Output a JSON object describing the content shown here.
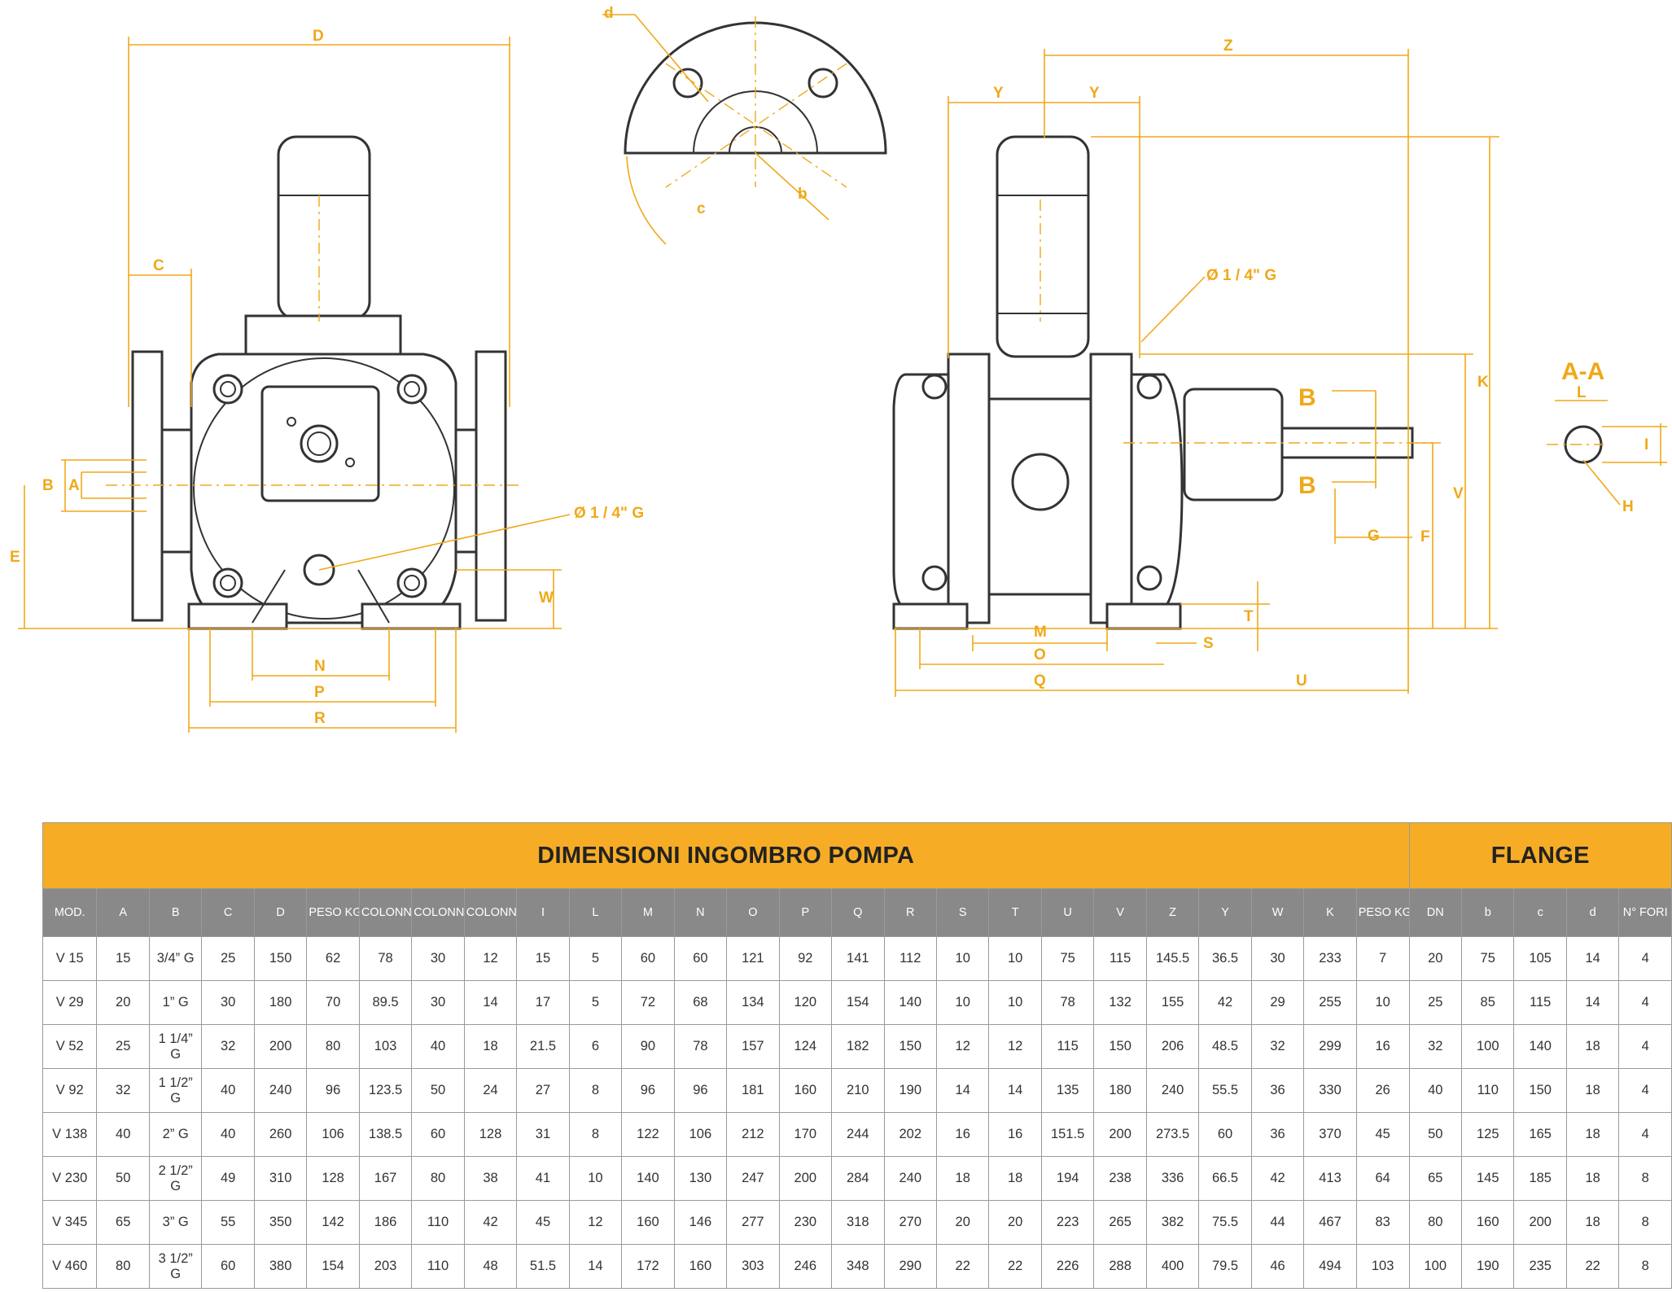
{
  "drawing": {
    "front_view": {
      "labels": [
        "D",
        "C",
        "B",
        "A",
        "E",
        "W",
        "N",
        "P",
        "R"
      ],
      "thread_label": "Ø 1 / 4\" G"
    },
    "flange_view": {
      "labels": [
        "d",
        "c",
        "b"
      ]
    },
    "side_view": {
      "labels": [
        "Z",
        "Y",
        "Y",
        "K",
        "V",
        "F",
        "T",
        "S",
        "M",
        "O",
        "Q",
        "U",
        "G"
      ],
      "section_label": "B",
      "thread_label": "Ø 1 / 4\" G"
    },
    "section": {
      "title": "A-A",
      "labels": [
        "L",
        "I",
        "H"
      ]
    }
  },
  "table": {
    "title": "DIMENSIONI INGOMBRO POMPA",
    "flange_title": "FLANGE",
    "columns": [
      "MOD.",
      "A",
      "B",
      "C",
      "D",
      "PESO KG",
      "COLONN",
      "COLONN",
      "COLONN",
      "I",
      "L",
      "M",
      "N",
      "O",
      "P",
      "Q",
      "R",
      "S",
      "T",
      "U",
      "V",
      "Z",
      "Y",
      "W",
      "K",
      "PESO KG",
      "DN",
      "b",
      "c",
      "d",
      "N° FORI"
    ],
    "rows": [
      [
        "V 15",
        "15",
        "3/4” G",
        "25",
        "150",
        "62",
        "78",
        "30",
        "12",
        "15",
        "5",
        "60",
        "60",
        "121",
        "92",
        "141",
        "112",
        "10",
        "10",
        "75",
        "115",
        "145.5",
        "36.5",
        "30",
        "233",
        "7",
        "20",
        "75",
        "105",
        "14",
        "4"
      ],
      [
        "V 29",
        "20",
        "1” G",
        "30",
        "180",
        "70",
        "89.5",
        "30",
        "14",
        "17",
        "5",
        "72",
        "68",
        "134",
        "120",
        "154",
        "140",
        "10",
        "10",
        "78",
        "132",
        "155",
        "42",
        "29",
        "255",
        "10",
        "25",
        "85",
        "115",
        "14",
        "4"
      ],
      [
        "V 52",
        "25",
        "1 1/4” G",
        "32",
        "200",
        "80",
        "103",
        "40",
        "18",
        "21.5",
        "6",
        "90",
        "78",
        "157",
        "124",
        "182",
        "150",
        "12",
        "12",
        "115",
        "150",
        "206",
        "48.5",
        "32",
        "299",
        "16",
        "32",
        "100",
        "140",
        "18",
        "4"
      ],
      [
        "V 92",
        "32",
        "1 1/2” G",
        "40",
        "240",
        "96",
        "123.5",
        "50",
        "24",
        "27",
        "8",
        "96",
        "96",
        "181",
        "160",
        "210",
        "190",
        "14",
        "14",
        "135",
        "180",
        "240",
        "55.5",
        "36",
        "330",
        "26",
        "40",
        "110",
        "150",
        "18",
        "4"
      ],
      [
        "V 138",
        "40",
        "2” G",
        "40",
        "260",
        "106",
        "138.5",
        "60",
        "128",
        "31",
        "8",
        "122",
        "106",
        "212",
        "170",
        "244",
        "202",
        "16",
        "16",
        "151.5",
        "200",
        "273.5",
        "60",
        "36",
        "370",
        "45",
        "50",
        "125",
        "165",
        "18",
        "4"
      ],
      [
        "V 230",
        "50",
        "2 1/2” G",
        "49",
        "310",
        "128",
        "167",
        "80",
        "38",
        "41",
        "10",
        "140",
        "130",
        "247",
        "200",
        "284",
        "240",
        "18",
        "18",
        "194",
        "238",
        "336",
        "66.5",
        "42",
        "413",
        "64",
        "65",
        "145",
        "185",
        "18",
        "8"
      ],
      [
        "V 345",
        "65",
        "3” G",
        "55",
        "350",
        "142",
        "186",
        "110",
        "42",
        "45",
        "12",
        "160",
        "146",
        "277",
        "230",
        "318",
        "270",
        "20",
        "20",
        "223",
        "265",
        "382",
        "75.5",
        "44",
        "467",
        "83",
        "80",
        "160",
        "200",
        "18",
        "8"
      ],
      [
        "V 460",
        "80",
        "3 1/2” G",
        "60",
        "380",
        "154",
        "203",
        "110",
        "48",
        "51.5",
        "14",
        "172",
        "160",
        "303",
        "246",
        "348",
        "290",
        "22",
        "22",
        "226",
        "288",
        "400",
        "79.5",
        "46",
        "494",
        "103",
        "100",
        "190",
        "235",
        "22",
        "8"
      ]
    ]
  }
}
